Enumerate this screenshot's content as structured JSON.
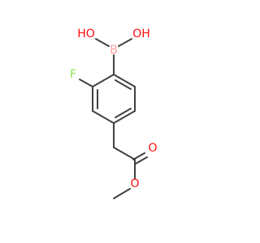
{
  "molecule": {
    "colors": {
      "bond": "#404040",
      "boron": "#ff9f9f",
      "oxygen": "#ff0d0d",
      "fluorine": "#90e050"
    },
    "atoms": {
      "boron": {
        "label": "B",
        "element": "boron"
      },
      "hydroxyl_left": {
        "label": "HO",
        "element": "oxygen"
      },
      "hydroxyl_right": {
        "label": "OH",
        "element": "oxygen"
      },
      "fluorine": {
        "label": "F",
        "element": "fluorine"
      },
      "carbonyl_oxygen": {
        "label": "O",
        "element": "oxygen"
      },
      "ester_oxygen": {
        "label": "O",
        "element": "oxygen"
      }
    }
  }
}
